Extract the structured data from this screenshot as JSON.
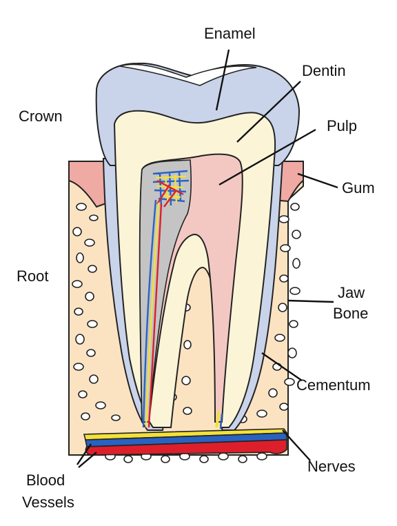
{
  "labels": {
    "enamel": "Enamel",
    "dentin": "Dentin",
    "pulp": "Pulp",
    "crown": "Crown",
    "gum": "Gum",
    "root": "Root",
    "jaw_line1": "Jaw",
    "jaw_line2": "Bone",
    "cementum": "Cementum",
    "nerves": "Nerves",
    "blood_line1": "Blood",
    "blood_line2": "Vessels"
  },
  "colors": {
    "enamel": "#c9d3ea",
    "enamel_highlight": "#ffffff",
    "dentin": "#fbf4d7",
    "pulp": "#f3c8c3",
    "gum": "#efaaa4",
    "bone": "#fbe3c2",
    "bone_spots": "#ffffff",
    "cementum": "#c9d3ea",
    "pulp_gray": "#c4c4c4",
    "nerve": "#f2e13a",
    "artery": "#dd1f2c",
    "vein": "#2a62c0",
    "outline": "#222222"
  }
}
